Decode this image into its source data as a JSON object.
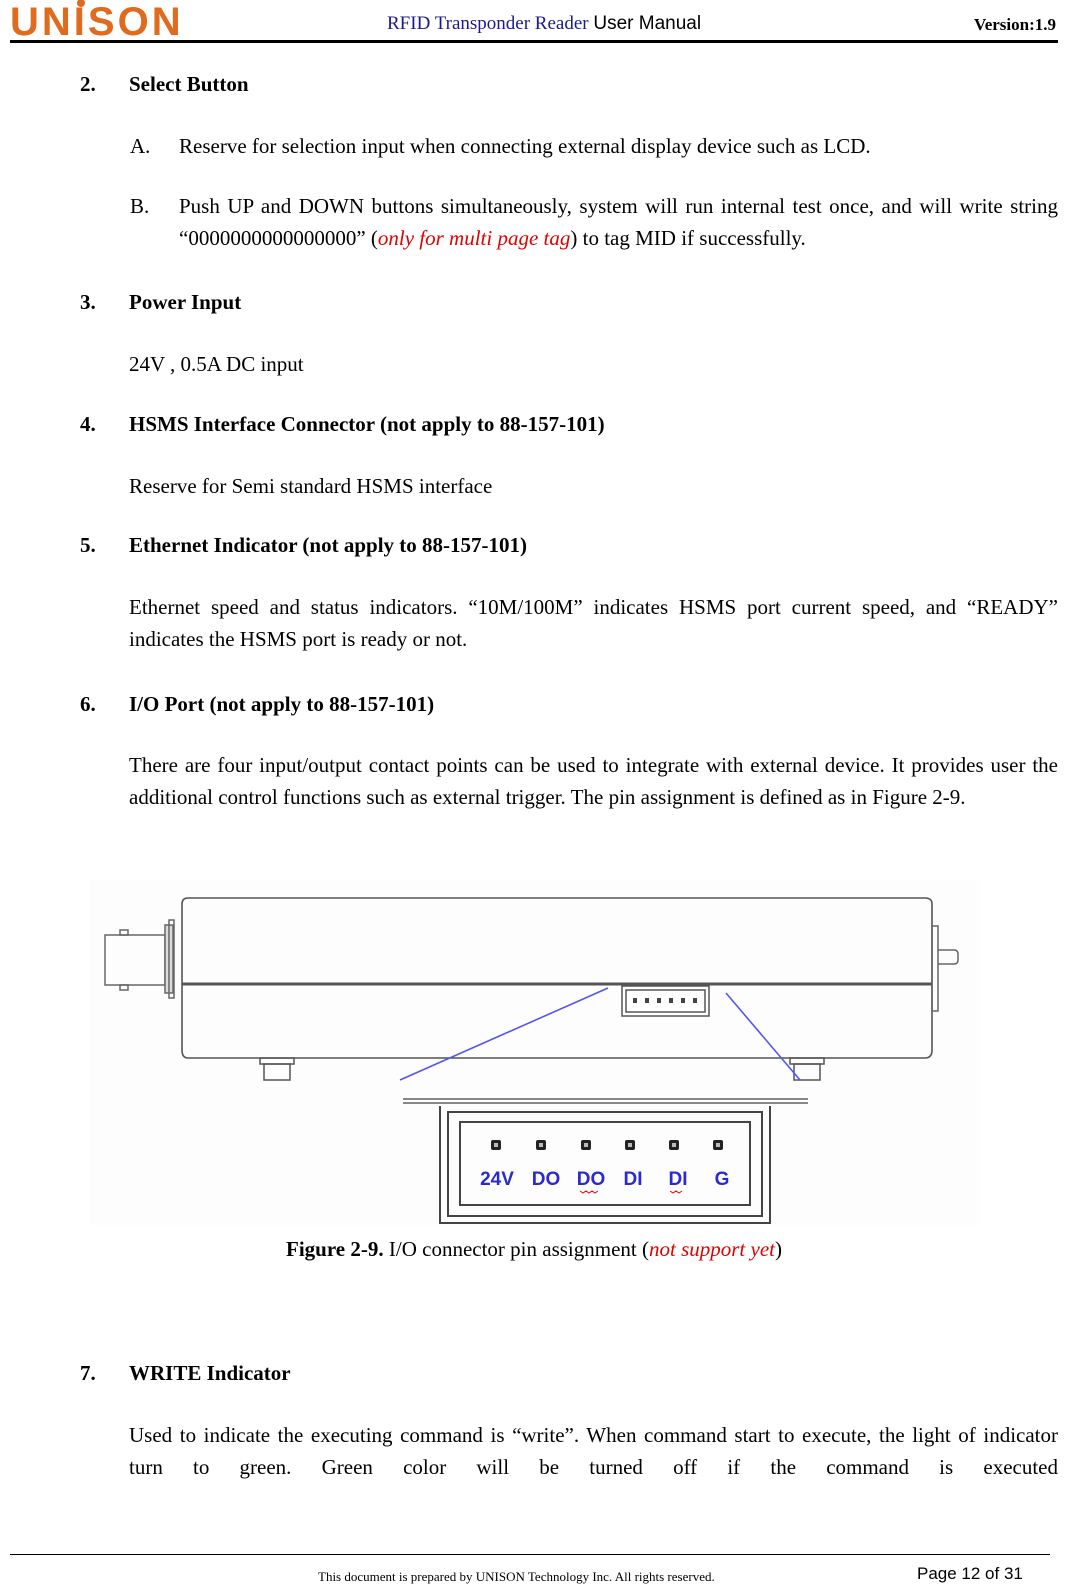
{
  "header": {
    "logo": {
      "pre": "UN",
      "i": "I",
      "post": "SON"
    },
    "title_blue": "RFID Transponder Reader ",
    "title_black": "User Manual",
    "version": "Version:1.9",
    "brand_color": "#E06A1E"
  },
  "sections": [
    {
      "num": "2.",
      "heading": "Select Button",
      "items": [
        {
          "label": "A.",
          "text": "Reserve for selection input when connecting external display device such as LCD."
        },
        {
          "label": "B.",
          "text_pre": "Push UP and DOWN buttons simultaneously, system will run internal test once, and will write string “0000000000000000” (",
          "text_red": "only for multi page tag",
          "text_post": ") to tag MID if successfully."
        }
      ]
    },
    {
      "num": "3.",
      "heading": "Power Input",
      "body": "24V , 0.5A DC input"
    },
    {
      "num": "4.",
      "heading": "HSMS Interface Connector  (not apply to 88-157-101)",
      "body": "Reserve for Semi standard HSMS interface"
    },
    {
      "num": "5.",
      "heading": "Ethernet Indicator  (not apply to 88-157-101)",
      "body": "Ethernet speed and status indicators. “10M/100M” indicates HSMS port current speed, and “READY” indicates the HSMS port is ready or not."
    },
    {
      "num": "6.",
      "heading": "I/O Port  (not apply to 88-157-101)",
      "body": "There are four input/output contact points can be used to integrate with external device. It provides user the additional control functions such as external trigger. The pin assignment is defined as in Figure 2-9."
    },
    {
      "num": "7.",
      "heading": "WRITE Indicator",
      "body": "Used to indicate the executing command is “write”. When command start to execute, the light of indicator turn to green. Green color will be turned off if the command is executed"
    }
  ],
  "figure": {
    "pins": [
      "24V",
      "DO",
      "DO",
      "DI",
      "DI",
      "G"
    ],
    "pin_label_color": "#2a2ad0",
    "leader_color": "#5555ee",
    "caption_bold": "Figure 2-9.",
    "caption_text": " I/O connector pin assignment (",
    "caption_red": "not support yet",
    "caption_end": ")"
  },
  "footer": {
    "text": "This document is prepared by UNISON Technology Inc.  All rights reserved.",
    "page": "Page 12 of 31"
  }
}
